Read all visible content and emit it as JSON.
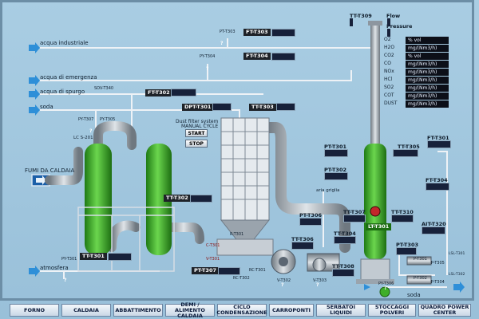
{
  "lines": {
    "industrial_water": "acqua industriale",
    "emergency_water": "acqua di emergenza",
    "drain_water": "acqua di spurgo",
    "soda": "soda",
    "boiler_fumes": "FUMI DA CALDAIA",
    "atmosphere": "atmosfera",
    "grit_air": "aria griglia",
    "soda_bottom": "soda"
  },
  "tags": {
    "pt_t303": "PT-T303",
    "ft_t303": "FT-T303",
    "pt_t304": "PY-T304",
    "ft_t304": "FT-T304",
    "sov_t340": "SOV-T340",
    "ft_t302": "FT-T302",
    "dpt_t301": "DPT-T301",
    "tt_t303": "TT-T303",
    "tt_t309": "TT-T309",
    "pt_t307": "PY-T307",
    "pt_t305": "PY-T305",
    "lc_s201": "LC S-201",
    "pt_t301_top": "PT-T301",
    "tt_t305": "TT-T305",
    "ft_t301": "FT-T301",
    "pt_t302": "PT-T302",
    "tt_t302": "TT-T302",
    "pt_t306": "PT-T306",
    "tt_t307": "TT-T307",
    "tt_t310": "TT-T310",
    "ait_t320": "AIT-T320",
    "lt_t301": "LT-T301",
    "tt_t304": "TT-T304",
    "tt_t306": "TT-T306",
    "tt_t308": "TT-T308",
    "pt_t308_left": "PY-T301",
    "tt_t301": "TT-T301",
    "pt_t307_bottom": "PT-T307",
    "rc_t302": "RC-T302",
    "rc_t301": "RC-T301",
    "r_t301": "R-T301",
    "c_t301": "C-T301",
    "v_t301": "V-T301",
    "v_t302": "V-T302",
    "v_t303": "V-T303",
    "pv_t306": "PY-T306",
    "p_t301": "P-T301",
    "p_t305": "P-T305",
    "p_t302": "P-T302",
    "p_t304": "P-T304",
    "ls_t301": "LSL-T301",
    "ls_t302": "LSL-T302"
  },
  "stack": {
    "flow": "Flow",
    "pressure": "Pressure",
    "gases": [
      "O2",
      "H2O",
      "CO2",
      "CO",
      "NOx",
      "HCl",
      "SO2",
      "COT",
      "DUST"
    ],
    "units": [
      "% vol",
      "mg/(Nm3/h)",
      "% vol",
      "mg/(Nm3/h)",
      "mg/(Nm3/h)",
      "mg/(Nm3/h)",
      "mg/(Nm3/h)",
      "mg/(Nm3/h)",
      "mg/(Nm3/h)"
    ]
  },
  "dust_filter": {
    "title": "Dust filter system",
    "mode": "MANUAL CYCLE",
    "start": "START",
    "stop": "STOP"
  },
  "placeholder": "?",
  "nav": [
    "FORNO",
    "CALDAIA",
    "ABBATTIMENTO",
    "DEMI / ALIMENTO CALDAIA",
    "CICLO CONDENSAZIONE",
    "CARROPONTI",
    "SERBATOI LIQUIDI",
    "STOCCAGGI POLVERI",
    "QUADRO POWER CENTER"
  ],
  "colors": {
    "background": "#a9cde3",
    "vessel": "#3fae2a",
    "pipe": "#8e98a2",
    "water_line": "#eef2f6",
    "flow_arrow": "#2e8fd8",
    "value_box": "#17213a"
  }
}
